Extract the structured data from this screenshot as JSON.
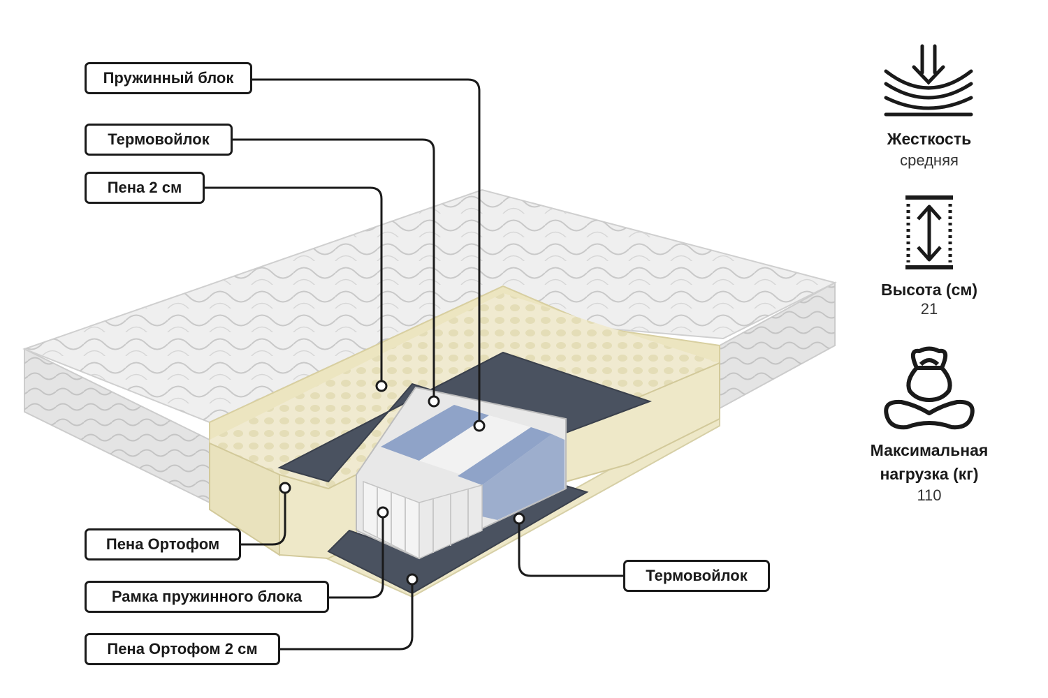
{
  "colors": {
    "line": "#1a1a1a",
    "cover": "#eeeeee",
    "cover_shadow": "#cfcfcf",
    "foam": "#eee8c8",
    "foam_dark": "#ddd4a8",
    "felt": "#4a5260",
    "spring_white": "#f4f4f4",
    "spring_blue": "#8fa3c8"
  },
  "callouts": {
    "spring_block": "Пружинный блок",
    "thermofelt_top": "Термовойлок",
    "foam_2cm": "Пена 2 см",
    "ortofom": "Пена Ортофом",
    "spring_frame": "Рамка пружинного блока",
    "ortofom_2cm": "Пена Ортофом 2 см",
    "thermofelt_bottom": "Термовойлок"
  },
  "specs": {
    "firmness": {
      "icon": "firmness-icon",
      "title": "Жесткость",
      "value": "средняя"
    },
    "height": {
      "icon": "height-icon",
      "title": "Высота (см)",
      "value": "21"
    },
    "load": {
      "icon": "kettlebell-icon",
      "title_line1": "Максимальная",
      "title_line2": "нагрузка (кг)",
      "value": "110"
    }
  }
}
